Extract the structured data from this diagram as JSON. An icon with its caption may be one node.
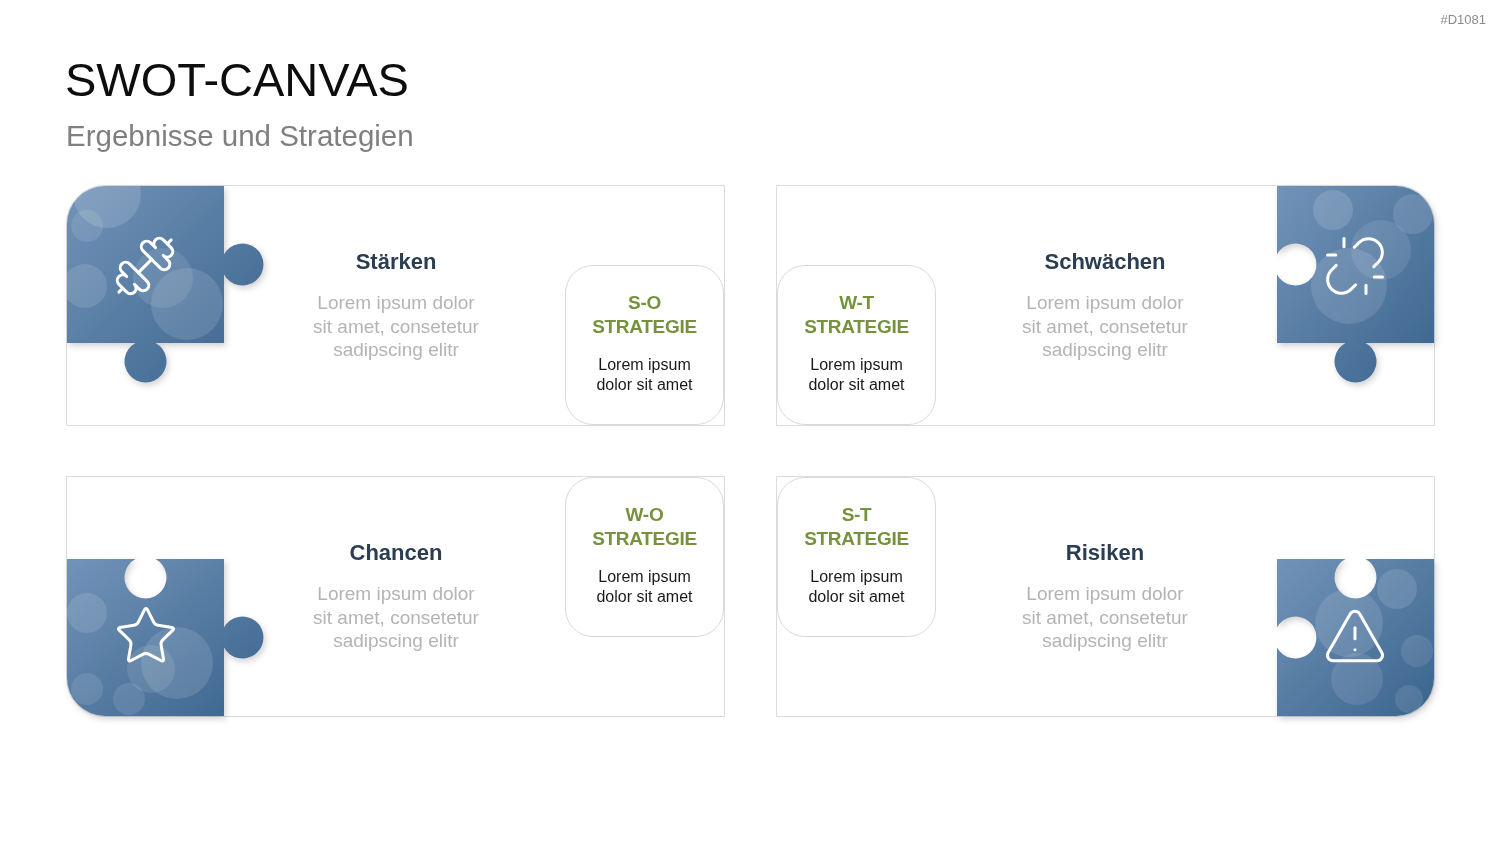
{
  "diagram": {
    "title": "SWOT-CANVAS",
    "nodes": [
      {
        "text": [
          "Stärken",
          "Lorem ipsum dolor sit amet, consetetur sadipscing elitr"
        ]
      },
      {
        "text": [
          "S-O STRATEGIE",
          "Lorem ipsum dolor sit amet"
        ],
        "in": 0
      },
      {
        "text": [
          "Schwächen",
          "Lorem ipsum dolor sit amet, consetetur sadipscing elitr"
        ]
      },
      {
        "text": [
          "W-T STRATEGIE",
          "Lorem ipsum dolor sit amet"
        ],
        "in": 2
      },
      {
        "text": [
          "Chancen",
          "Lorem ipsum dolor sit amet, consetetur sadipscing elitr"
        ]
      },
      {
        "text": [
          "W-O STRATEGIE",
          "Lorem ipsum dolor sit amet"
        ],
        "in": 4
      },
      {
        "text": [
          "Risiken",
          "Lorem ipsum dolor sit amet, consetetur sadipscing elitr"
        ]
      },
      {
        "text": [
          "S-T STRATEGIE",
          "Lorem ipsum dolor sit amet"
        ],
        "in": 6
      }
    ],
    "labels": [
      "#D1081",
      "Ergebnisse und Strategien"
    ]
  }
}
